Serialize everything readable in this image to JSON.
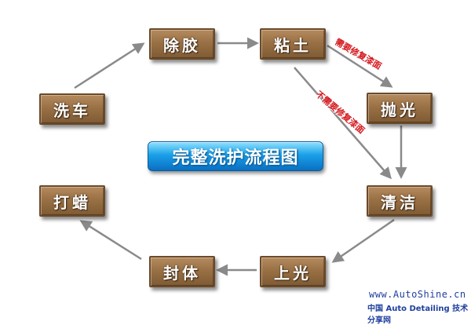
{
  "diagram_title": "完整洗护流程图",
  "steps": {
    "wash": "洗车",
    "remove_glue": "除胶",
    "clay": "粘土",
    "polish": "抛光",
    "clean": "清洁",
    "glaze": "上光",
    "seal": "封体",
    "wax": "打蜡"
  },
  "notes": {
    "needs_scratch_repair": "需要修复漆面",
    "no_scratch_repair": "不需要修复漆面"
  },
  "watermark": {
    "url": "www.AutoShine.cn",
    "caption": "中国 Auto Detailing 技术分享网"
  },
  "colors": {
    "step_box": "#9a7145",
    "banner": "#1aa0e8",
    "arrow": "#8a8a8a",
    "note_text": "#d4151b",
    "watermark_text": "#1f3f9e"
  }
}
